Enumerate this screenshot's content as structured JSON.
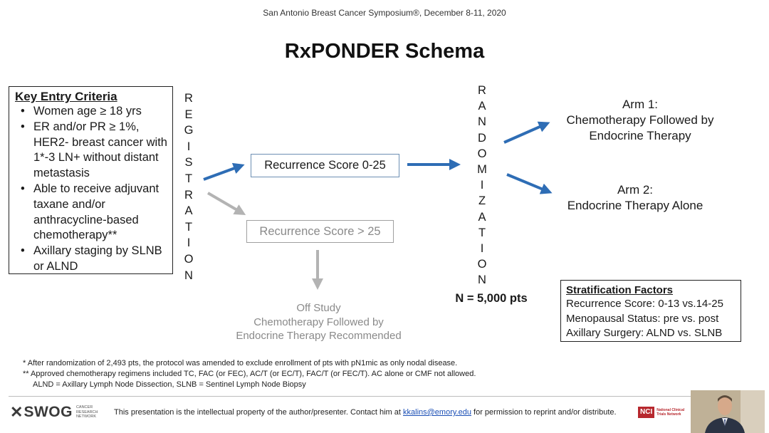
{
  "conference": "San Antonio Breast Cancer Symposium®, December 8-11, 2020",
  "title": "RxPONDER Schema",
  "entry_criteria": {
    "heading": "Key Entry Criteria",
    "items": [
      "Women age ≥ 18 yrs",
      "ER and/or PR ≥ 1%, HER2- breast cancer with 1*-3 LN+ without distant metastasis",
      "Able to receive adjuvant taxane and/or anthracycline-based chemotherapy**",
      "Axillary staging by SLNB or ALND"
    ]
  },
  "registration_letters": [
    "R",
    "E",
    "G",
    "I",
    "S",
    "T",
    "R",
    "A",
    "T",
    "I",
    "O",
    "N"
  ],
  "randomization_letters": [
    "R",
    "A",
    "N",
    "D",
    "O",
    "M",
    "I",
    "Z",
    "A",
    "T",
    "I",
    "O",
    "N"
  ],
  "recurrence_score_low": "Recurrence Score 0-25",
  "recurrence_score_high": "Recurrence Score > 25",
  "off_study": [
    "Off Study",
    "Chemotherapy Followed by",
    "Endocrine Therapy Recommended"
  ],
  "arm1": [
    "Arm 1:",
    "Chemotherapy Followed by",
    "Endocrine Therapy"
  ],
  "arm2": [
    "Arm 2:",
    "Endocrine Therapy Alone"
  ],
  "sample_size": "N = 5,000 pts",
  "stratification": {
    "heading": "Stratification Factors",
    "items": [
      "Recurrence Score: 0-13 vs.14-25",
      "Menopausal Status: pre vs. post",
      "Axillary Surgery: ALND vs. SLNB"
    ]
  },
  "footnotes": [
    "*  After randomization of 2,493 pts, the protocol was amended to exclude enrollment of pts with pN1mic as only nodal disease.",
    "** Approved chemotherapy regimens included TC, FAC (or FEC), AC/T (or EC/T), FAC/T (or FEC/T). AC alone or CMF not allowed.",
    "ALND = Axillary Lymph Node Dissection, SLNB = Sentinel Lymph Node Biopsy"
  ],
  "footer": {
    "swog_logo": "SWOG",
    "swog_sub": [
      "CANCER",
      "RESEARCH",
      "NETWORK"
    ],
    "text_before": "This presentation is the intellectual property of the author/presenter. Contact him at ",
    "email": "kkalins@emory.edu",
    "text_after": " for permission to reprint and/or distribute.",
    "nci_logo": "NCI",
    "nci_sub": [
      "National Clinical",
      "Trials Network"
    ]
  },
  "colors": {
    "blue_arrow": "#2e6db5",
    "gray_arrow": "#b3b3b3",
    "box_border_blue": "#6d8fb3",
    "link": "#1b4fb5",
    "nci_red": "#b7282e"
  },
  "icons": [
    "swog-logo",
    "nci-logo",
    "webcam-presenter"
  ]
}
